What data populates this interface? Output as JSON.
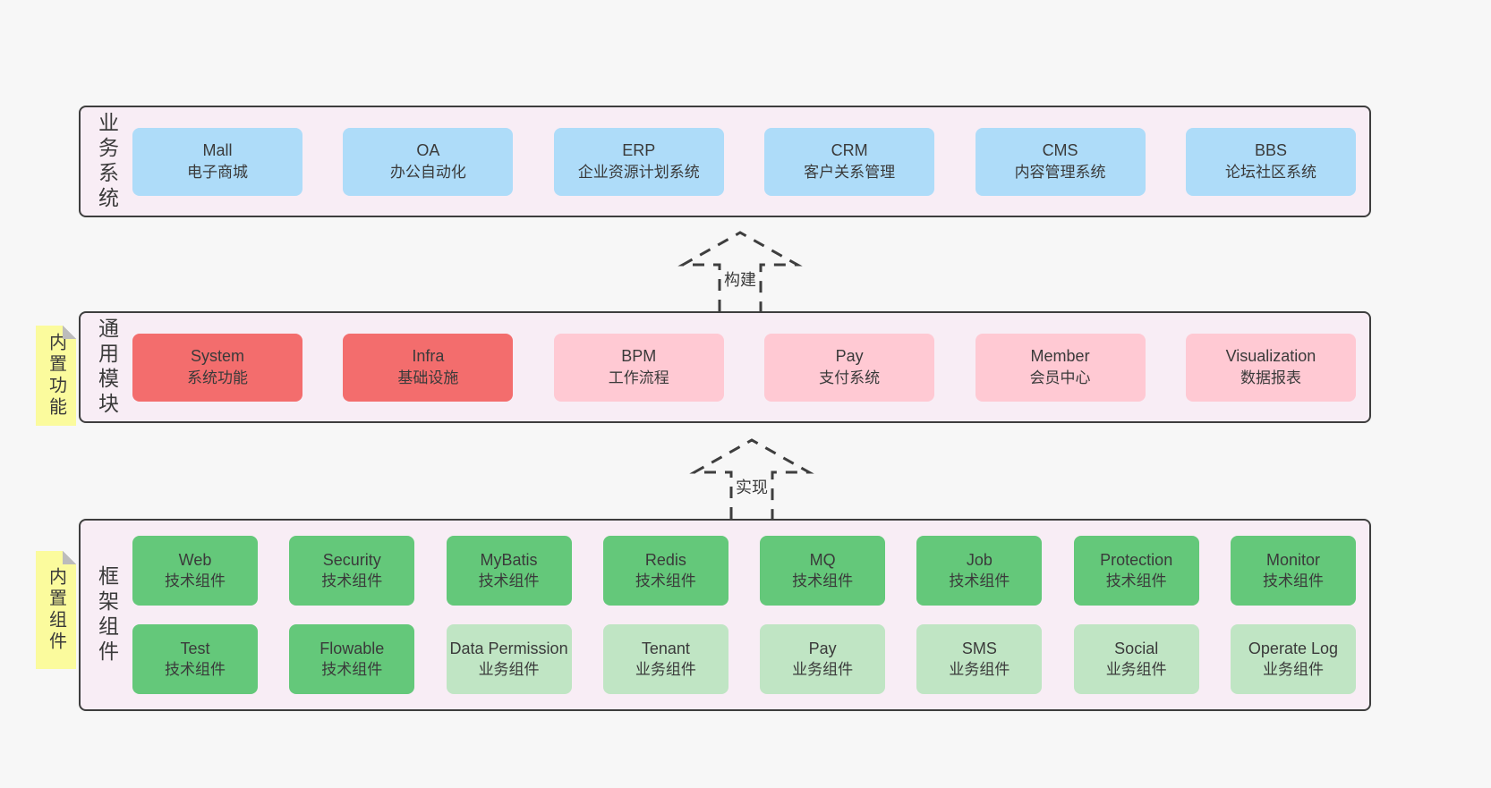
{
  "colors": {
    "pageBg": "#f7f7f7",
    "panelBg": "#f8edf5",
    "panelBorder": "#3e3e3e",
    "blue": "#aedcf9",
    "red": "#f36d6d",
    "pink": "#ffc9d3",
    "green": "#64c87a",
    "lightGreen": "#c0e5c4",
    "sticky": "#fbfb9d",
    "stickyFold": "#bcbcbc",
    "text": "#3a3a3a"
  },
  "arrows": [
    {
      "label": "构建"
    },
    {
      "label": "实现"
    }
  ],
  "sections": [
    {
      "label": "业务系统",
      "sticky": null,
      "rows": [
        [
          {
            "en": "Mall",
            "zh": "电子商城",
            "variant": "blue"
          },
          {
            "en": "OA",
            "zh": "办公自动化",
            "variant": "blue"
          },
          {
            "en": "ERP",
            "zh": "企业资源计划系统",
            "variant": "blue"
          },
          {
            "en": "CRM",
            "zh": "客户关系管理",
            "variant": "blue"
          },
          {
            "en": "CMS",
            "zh": "内容管理系统",
            "variant": "blue"
          },
          {
            "en": "BBS",
            "zh": "论坛社区系统",
            "variant": "blue"
          }
        ]
      ]
    },
    {
      "label": "通用模块",
      "sticky": "内置功能",
      "rows": [
        [
          {
            "en": "System",
            "zh": "系统功能",
            "variant": "red"
          },
          {
            "en": "Infra",
            "zh": "基础设施",
            "variant": "red"
          },
          {
            "en": "BPM",
            "zh": "工作流程",
            "variant": "pink"
          },
          {
            "en": "Pay",
            "zh": "支付系统",
            "variant": "pink"
          },
          {
            "en": "Member",
            "zh": "会员中心",
            "variant": "pink"
          },
          {
            "en": "Visualization",
            "zh": "数据报表",
            "variant": "pink"
          }
        ]
      ]
    },
    {
      "label": "框架组件",
      "sticky": "内置组件",
      "rows": [
        [
          {
            "en": "Web",
            "zh": "技术组件",
            "variant": "green"
          },
          {
            "en": "Security",
            "zh": "技术组件",
            "variant": "green"
          },
          {
            "en": "MyBatis",
            "zh": "技术组件",
            "variant": "green"
          },
          {
            "en": "Redis",
            "zh": "技术组件",
            "variant": "green"
          },
          {
            "en": "MQ",
            "zh": "技术组件",
            "variant": "green"
          },
          {
            "en": "Job",
            "zh": "技术组件",
            "variant": "green"
          },
          {
            "en": "Protection",
            "zh": "技术组件",
            "variant": "green"
          },
          {
            "en": "Monitor",
            "zh": "技术组件",
            "variant": "green"
          }
        ],
        [
          {
            "en": "Test",
            "zh": "技术组件",
            "variant": "green"
          },
          {
            "en": "Flowable",
            "zh": "技术组件",
            "variant": "green"
          },
          {
            "en": "Data Permission",
            "zh": "业务组件",
            "variant": "lightGreen"
          },
          {
            "en": "Tenant",
            "zh": "业务组件",
            "variant": "lightGreen"
          },
          {
            "en": "Pay",
            "zh": "业务组件",
            "variant": "lightGreen"
          },
          {
            "en": "SMS",
            "zh": "业务组件",
            "variant": "lightGreen"
          },
          {
            "en": "Social",
            "zh": "业务组件",
            "variant": "lightGreen"
          },
          {
            "en": "Operate Log",
            "zh": "业务组件",
            "variant": "lightGreen"
          }
        ]
      ]
    }
  ]
}
